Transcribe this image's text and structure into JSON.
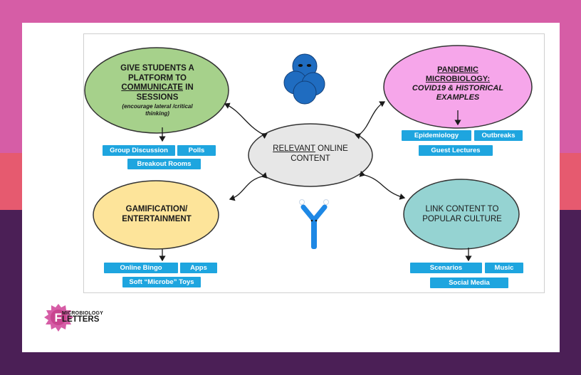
{
  "colors": {
    "bg_top": "#d65da6",
    "bg_band": "#e65a6f",
    "bg_bottom": "#4b1f56",
    "card": "#ffffff",
    "green_oval": "#a6d18b",
    "pink_oval": "#f6a6ea",
    "gray_oval": "#e7e7e7",
    "yellow_oval": "#fde49a",
    "teal_oval": "#95d3d2",
    "tag_blue": "#1ea5df",
    "microbe_blue": "#1f6cc0"
  },
  "center": {
    "line1": "RELEVANT",
    "line1b": " ONLINE",
    "line2": "CONTENT"
  },
  "top_left": {
    "line1": "GIVE STUDENTS A",
    "line2": "PLATFORM TO",
    "line3a": "COMMUNICATE",
    "line3b": " IN",
    "line4": "SESSIONS",
    "line5": "(encourage lateral /critical",
    "line6": "thinking)",
    "tags": [
      "Group Discussion",
      "Polls",
      "Breakout Rooms"
    ]
  },
  "top_right": {
    "line1": "PANDEMIC",
    "line2": "MICROBIOLOGY:",
    "line3": "COVID19 & HISTORICAL",
    "line4": "EXAMPLES",
    "tags": [
      "Epidemiology",
      "Outbreaks",
      "Guest Lectures"
    ]
  },
  "bottom_left": {
    "line1": "GAMIFICATION/",
    "line2": "ENTERTAINMENT",
    "tags": [
      "Online Bingo",
      "Apps",
      "Soft “Microbe” Toys"
    ]
  },
  "bottom_right": {
    "line1": "LINK CONTENT TO",
    "line2": "POPULAR CULTURE",
    "tags": [
      "Scenarios",
      "Music",
      "Social Media"
    ]
  },
  "logo": {
    "letter": "F",
    "line1": "MICROBIOLOGY",
    "line2": "LETTERS"
  },
  "icons": [
    "blue-microbe-icon",
    "y-shaped-microbe-icon",
    "microbiology-letters-logo"
  ]
}
